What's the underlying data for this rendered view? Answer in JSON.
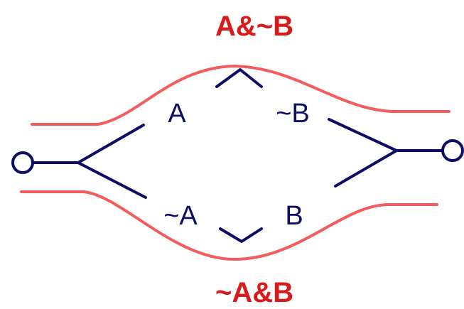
{
  "colors": {
    "wire": "#0d0d66",
    "envelope": "#f25c5c",
    "term_text": "#d91a1a"
  },
  "terms": {
    "top": "A&~B",
    "bottom": "~A&B"
  },
  "switches": {
    "top_left": "A",
    "top_right": "~B",
    "bottom_left": "~A",
    "bottom_right": "B"
  }
}
